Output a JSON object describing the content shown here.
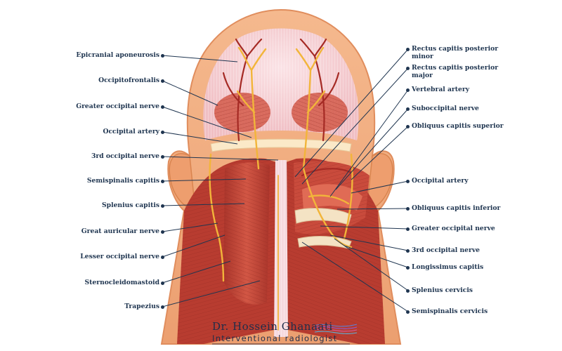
{
  "labels_left": [
    "Epicranial aponeurosis",
    "Occipitofrontalis",
    "Greater occipital nerve",
    "Occipital artery",
    "3rd occipital nerve",
    "Semispinalis capitis",
    "Splenius capitis",
    "Great auricular nerve",
    "Lesser occipital nerve",
    "Sternocleidomastoid",
    "Trapezius"
  ],
  "labels_right": [
    [
      "Rectus capitis posterior",
      "minor"
    ],
    [
      "Rectus capitis posterior",
      "major"
    ],
    [
      "Vertebral artery"
    ],
    [
      "Suboccipital nerve"
    ],
    [
      "Obliquus capitis superior"
    ],
    [
      "Occipital artery"
    ],
    [
      "Obliquus capitis inferior"
    ],
    [
      "Greater occipital nerve"
    ],
    [
      "3rd occipital nerve"
    ],
    [
      "Longissimus capitis"
    ],
    [
      "Splenius cervicis"
    ],
    [
      "Semispinalis cervicis"
    ]
  ],
  "logo": {
    "name": "Dr. Hossein Ghanaati",
    "subtitle": "Interventional radiologist"
  },
  "colors": {
    "label_text": "#1f3550",
    "skin": "#f2b48a",
    "skin_dark": "#e39a6d",
    "scalp": "#f7d6d9",
    "muscle": "#c84a3a",
    "muscle_dark": "#9e2f26",
    "nerve": "#f2b53a",
    "artery": "#b8322c"
  }
}
